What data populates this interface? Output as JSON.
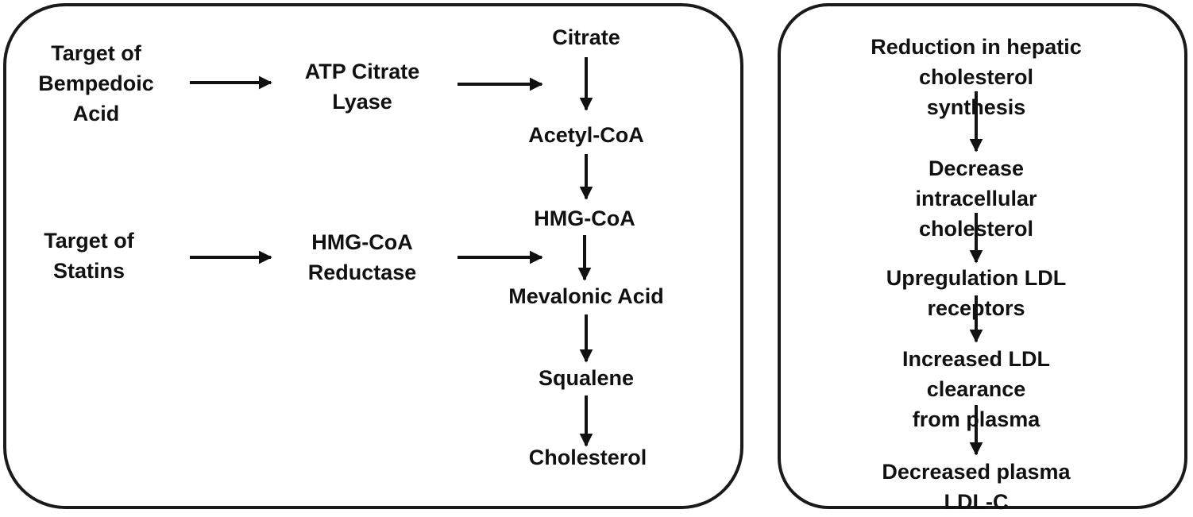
{
  "pathway": {
    "citrate": "Citrate",
    "acetyl_coa": "Acetyl-CoA",
    "hmg_coa": "HMG-CoA",
    "mevalonic_acid": "Mevalonic Acid",
    "squalene": "Squalene",
    "cholesterol": "Cholesterol"
  },
  "targets": {
    "bempedoic_label": "Target of\nBempedoic\nAcid",
    "acl_enzyme": "ATP Citrate\nLyase",
    "statins_label": "Target of\nStatins",
    "hmgcr_enzyme": "HMG-CoA\nReductase"
  },
  "effects": {
    "step1": "Reduction in hepatic\ncholesterol synthesis",
    "step2": "Decrease intracellular\ncholesterol",
    "step3": "Upregulation LDL receptors",
    "step4": "Increased LDL clearance\nfrom plasma",
    "step5": "Decreased plasma LDL-C"
  },
  "colors": {
    "ink": "#111111",
    "border": "#1a1a1a",
    "background": "#ffffff"
  }
}
